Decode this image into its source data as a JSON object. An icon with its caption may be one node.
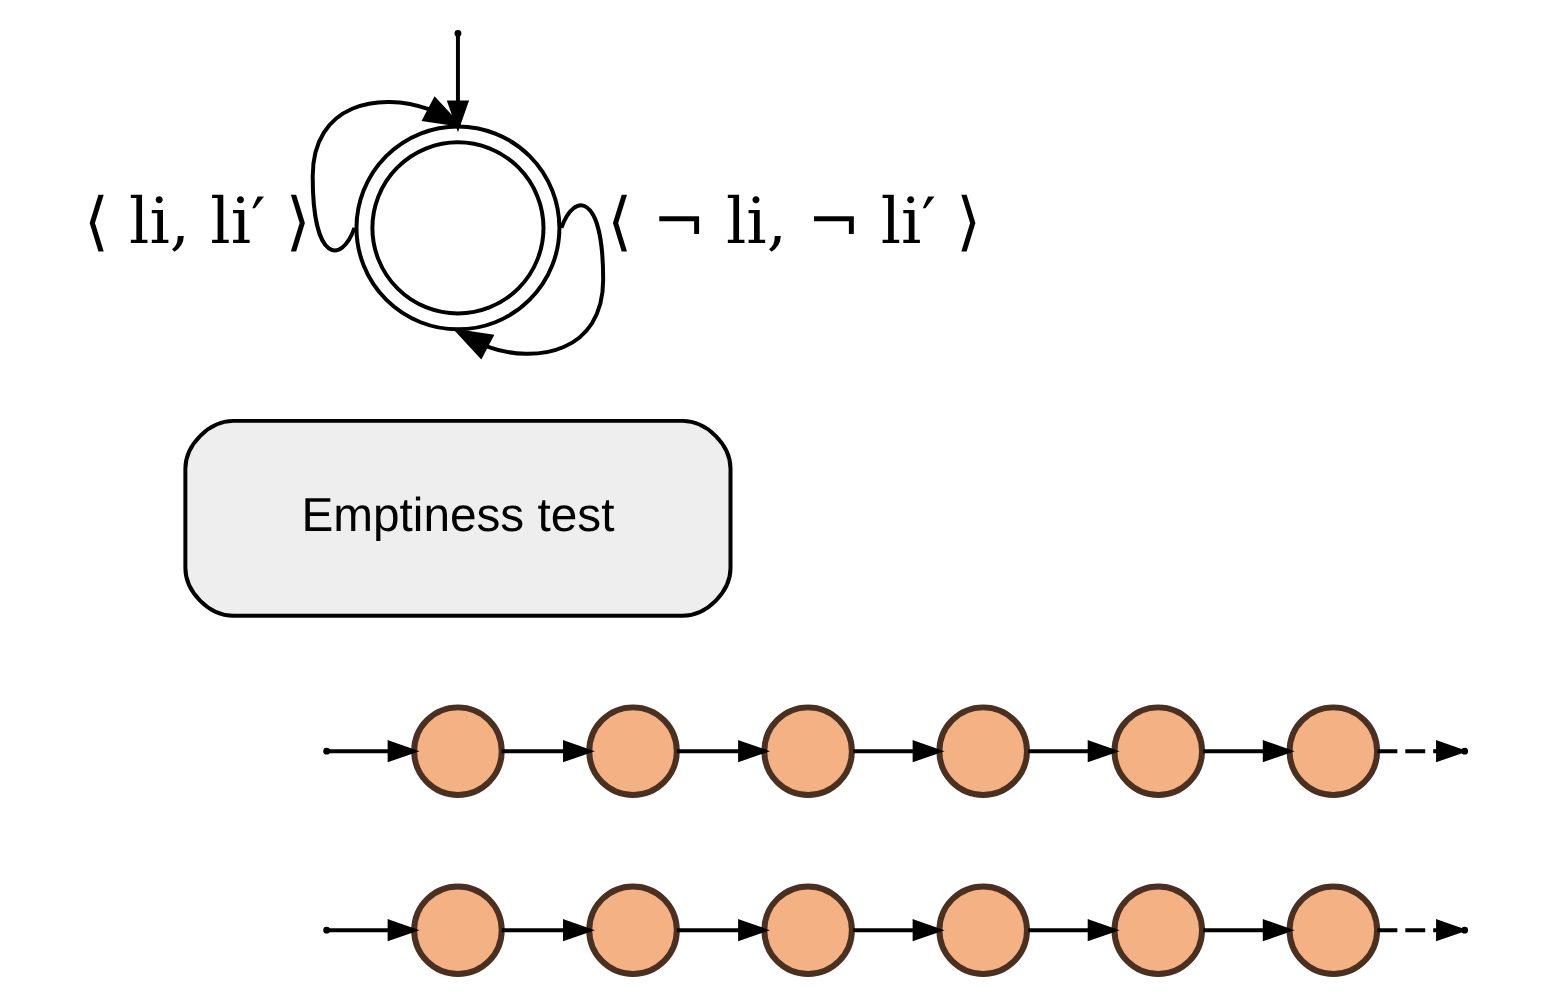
{
  "diagram": {
    "nodes": [
      {
        "text": [],
        "shape": "circle"
      },
      {
        "text": [
          "Emptiness test"
        ]
      },
      {
        "text": [],
        "shape": "circle"
      },
      {
        "text": [],
        "shape": "circle"
      },
      {
        "text": [],
        "shape": "circle"
      },
      {
        "text": [],
        "shape": "circle"
      },
      {
        "text": [],
        "shape": "circle"
      },
      {
        "text": [],
        "shape": "circle"
      },
      {
        "text": [],
        "shape": "circle"
      },
      {
        "text": [],
        "shape": "circle"
      },
      {
        "text": [],
        "shape": "circle"
      },
      {
        "text": [],
        "shape": "circle"
      },
      {
        "text": [],
        "shape": "circle"
      },
      {
        "text": [],
        "shape": "circle"
      }
    ],
    "edges": [
      {
        "from": null,
        "to": 0,
        "arrow": "to"
      },
      {
        "from": 0,
        "to": 0,
        "arrow": "to",
        "label": "⟨ li, li′ ⟩"
      },
      {
        "from": 0,
        "to": 0,
        "arrow": "to",
        "label": "⟨ ¬ li, ¬ li′ ⟩"
      },
      {
        "from": null,
        "to": 2,
        "arrow": "to"
      },
      {
        "from": 2,
        "to": 3,
        "arrow": "to"
      },
      {
        "from": 3,
        "to": 4,
        "arrow": "to"
      },
      {
        "from": 4,
        "to": 5,
        "arrow": "to"
      },
      {
        "from": 5,
        "to": 6,
        "arrow": "to"
      },
      {
        "from": 6,
        "to": 7,
        "arrow": "to"
      },
      {
        "from": 7,
        "to": null,
        "arrow": "to",
        "style": "dashed"
      },
      {
        "from": null,
        "to": 8,
        "arrow": "to"
      },
      {
        "from": 8,
        "to": 9,
        "arrow": "to"
      },
      {
        "from": 9,
        "to": 10,
        "arrow": "to"
      },
      {
        "from": 10,
        "to": 11,
        "arrow": "to"
      },
      {
        "from": 11,
        "to": 12,
        "arrow": "to"
      },
      {
        "from": 12,
        "to": 13,
        "arrow": "to"
      },
      {
        "from": 13,
        "to": null,
        "arrow": "to",
        "style": "dashed"
      }
    ]
  }
}
